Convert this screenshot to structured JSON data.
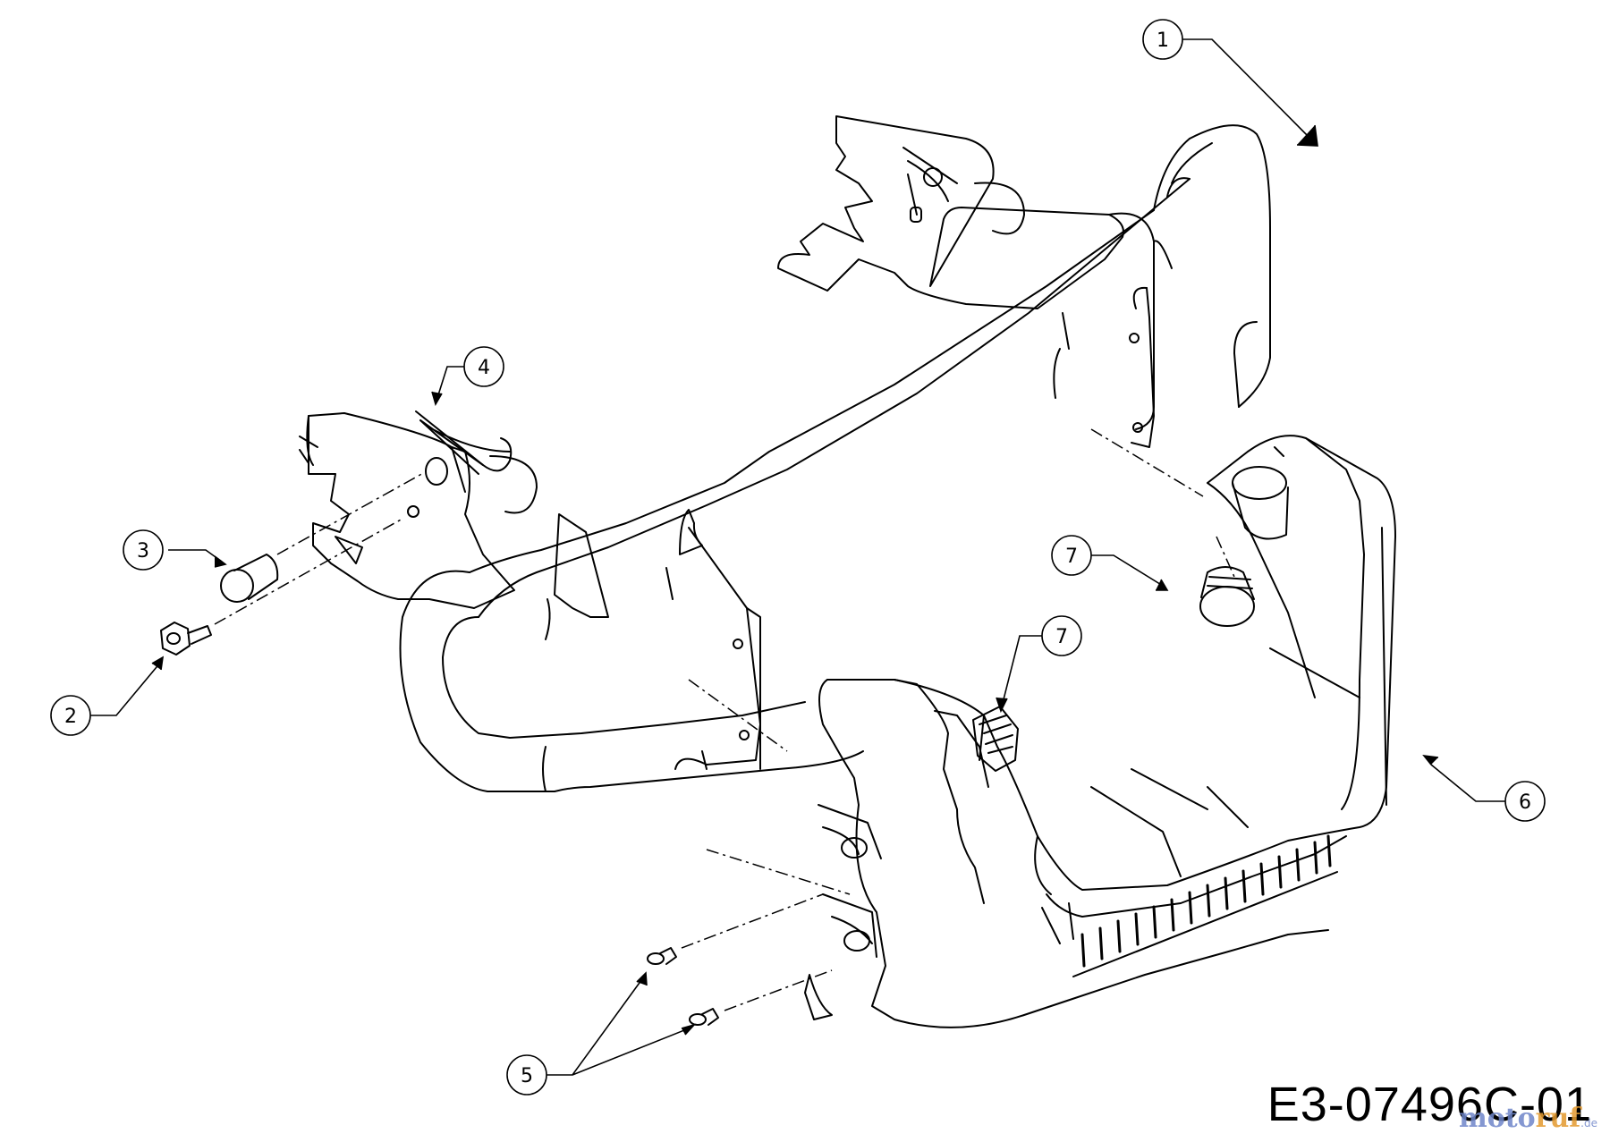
{
  "drawing_id": "E3-07496C-01",
  "watermark": {
    "part1": "moto",
    "part2": "ruf",
    "suffix": ".de"
  },
  "callouts": [
    "1",
    "2",
    "3",
    "4",
    "5",
    "6",
    "7",
    "7"
  ]
}
